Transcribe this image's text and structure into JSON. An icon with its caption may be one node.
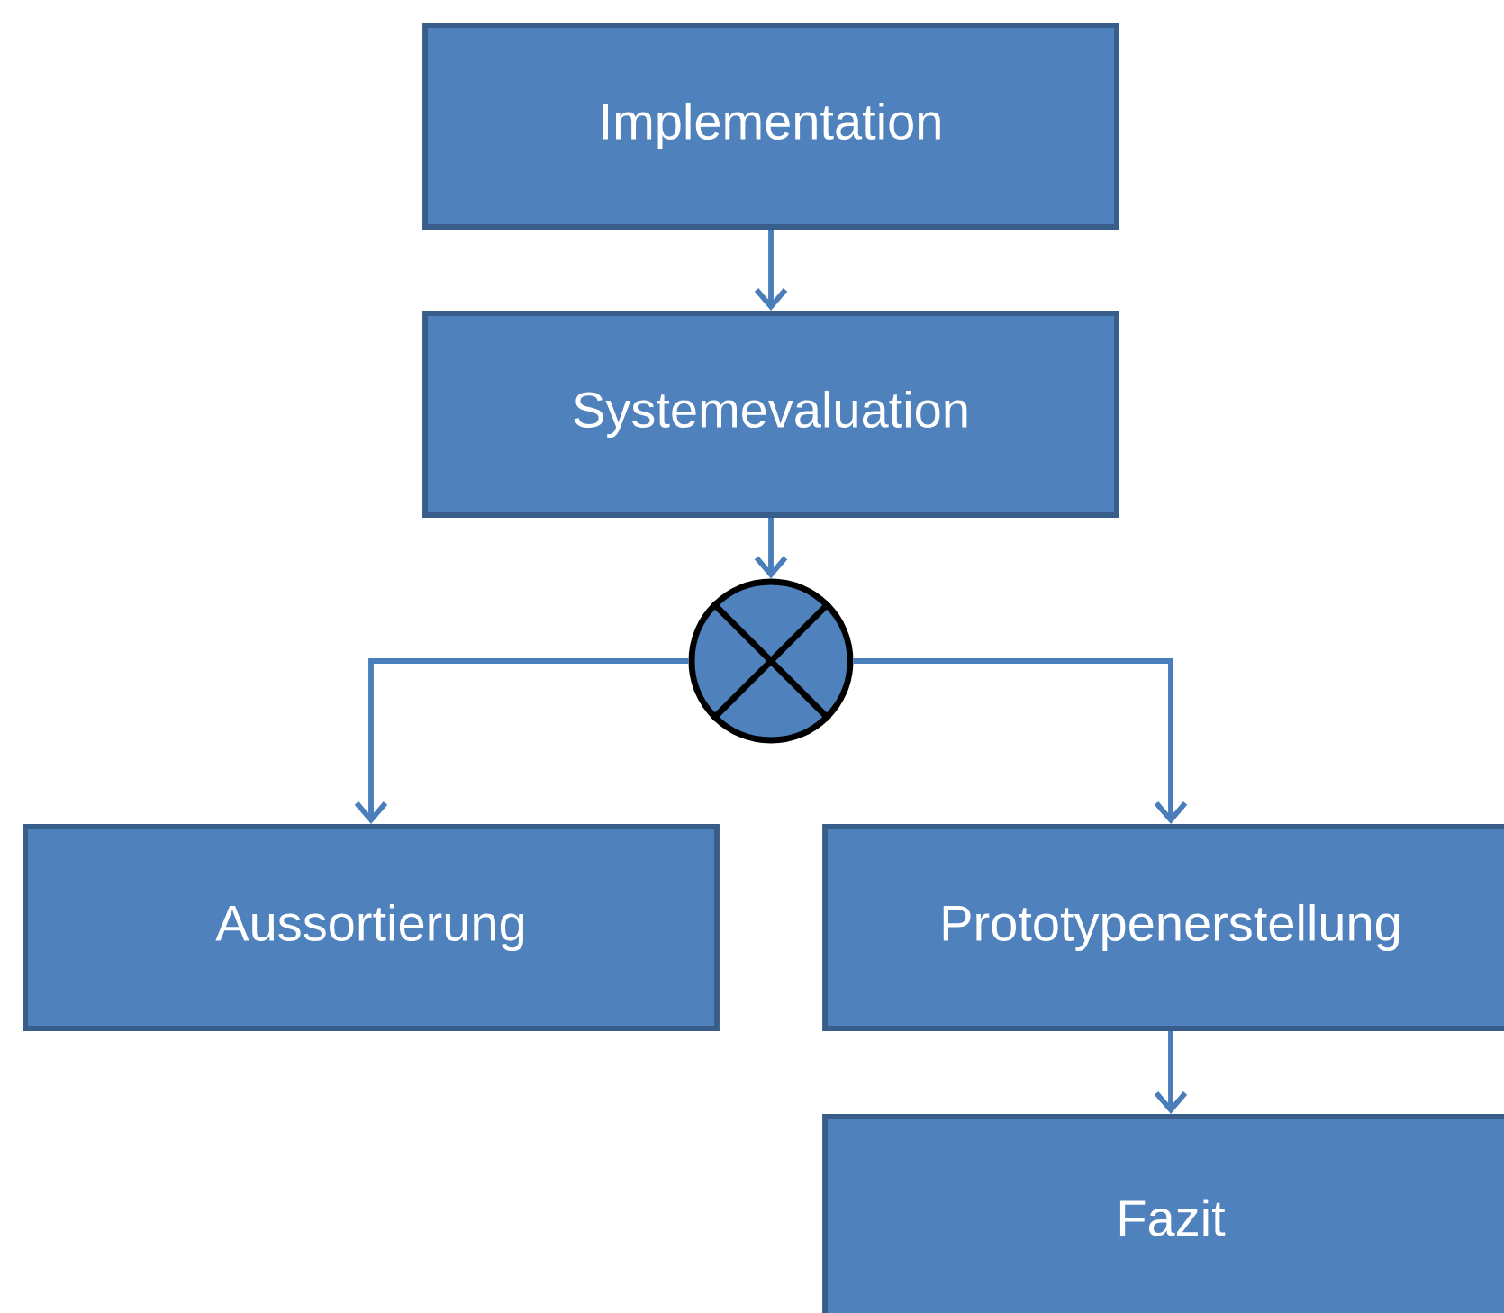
{
  "diagram": {
    "nodes": [
      {
        "text": [
          "Implementation"
        ]
      },
      {
        "text": [
          "Systemevaluation"
        ]
      },
      {
        "text": [],
        "shape": "circle"
      },
      {
        "text": [
          "Aussortierung"
        ]
      },
      {
        "text": [
          "Prototypenerstellung"
        ]
      },
      {
        "text": [
          "Fazit"
        ]
      }
    ],
    "edges": [
      {
        "from": 0,
        "to": 1,
        "arrow": "to"
      },
      {
        "from": 1,
        "to": 2,
        "arrow": "to"
      },
      {
        "from": 2,
        "to": 3,
        "arrow": "to"
      },
      {
        "from": 2,
        "to": 4,
        "arrow": "to"
      },
      {
        "from": 4,
        "to": 5,
        "arrow": "to"
      }
    ]
  }
}
